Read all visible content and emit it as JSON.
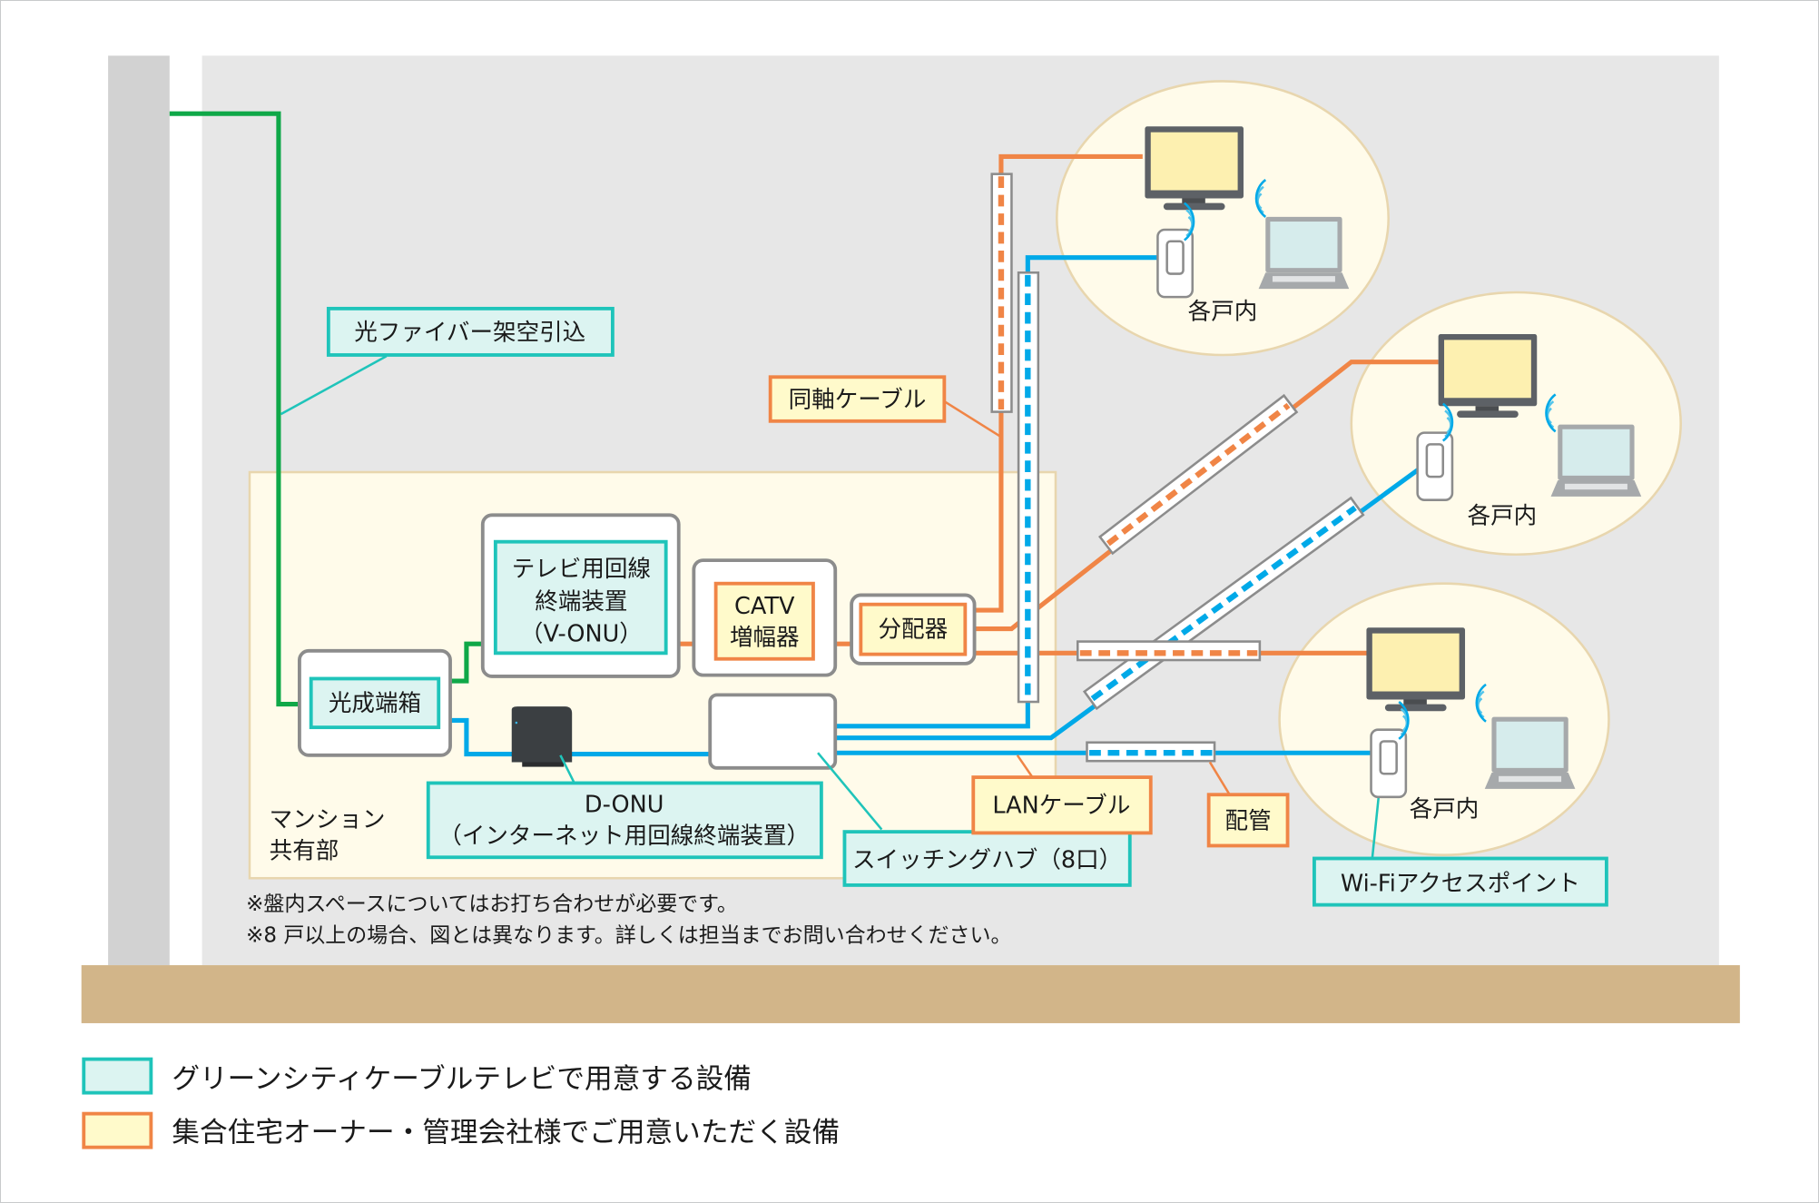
{
  "colors": {
    "green_fiber": "#0fa848",
    "coax_orange": "#f08546",
    "lan_blue": "#00a9e8",
    "teal_border": "#1fc4ba",
    "teal_fill": "#dcf4f1",
    "orange_border": "#f08546",
    "yellow_fill": "#fffacb",
    "building_gray": "#e7e7e7",
    "wall_gray": "#d2d2d2",
    "common_area_fill": "#fffbea",
    "common_area_border": "#e8d6ae",
    "ground": "#d2b589",
    "device_border": "#8c8c8c"
  },
  "labels": {
    "fiber_drop": "光ファイバー架空引込",
    "coax_cable": "同軸ケーブル",
    "optical_box": "光成端箱",
    "v_onu_line1": "テレビ用回線",
    "v_onu_line2": "終端装置",
    "v_onu_line3": "（V-ONU）",
    "catv_amp_line1": "CATV",
    "catv_amp_line2": "増幅器",
    "splitter": "分配器",
    "d_onu_line1": "D-ONU",
    "d_onu_line2": "（インターネット用回線終端装置）",
    "switching_hub": "スイッチングハブ（8口）",
    "lan_cable": "LANケーブル",
    "conduit": "配管",
    "wifi_ap": "Wi-Fiアクセスポイント",
    "common_area_line1": "マンション",
    "common_area_line2": "共有部",
    "unit_interior": "各戸内"
  },
  "notes": [
    "※盤内スペースについてはお打ち合わせが必要です。",
    "※8 戸以上の場合、図とは異なります。詳しくは担当までお問い合わせください。"
  ],
  "legend": [
    {
      "label": "グリーンシティケーブルテレビで用意する設備",
      "type": "provider"
    },
    {
      "label": "集合住宅オーナー・管理会社様でご用意いただく設備",
      "type": "owner"
    }
  ]
}
